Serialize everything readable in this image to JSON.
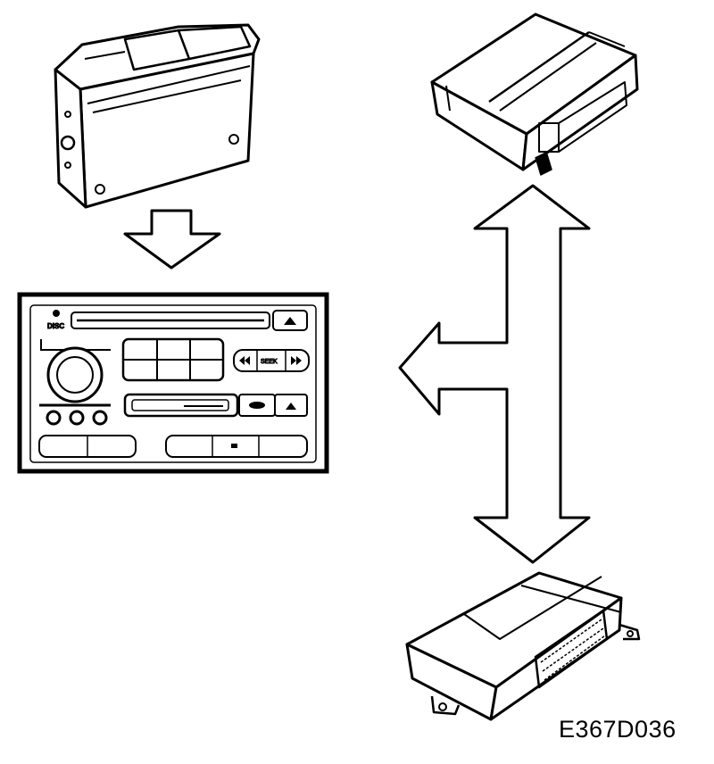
{
  "figure_id": "E367D036",
  "radio_panel": {
    "cd_badge": "DISC",
    "seek_label": "SEEK"
  },
  "components": [
    {
      "id": "cd-changer-unit",
      "label": ""
    },
    {
      "id": "radio-head-unit",
      "label": ""
    },
    {
      "id": "amplifier-module-top",
      "label": ""
    },
    {
      "id": "control-module-bottom",
      "label": ""
    }
  ],
  "connections": [
    {
      "from": "cd-changer-unit",
      "to": "radio-head-unit",
      "style": "hollow-arrow-down"
    },
    {
      "from": "amplifier-module-top",
      "to": "control-module-bottom",
      "style": "hollow-double-arrow"
    },
    {
      "from": "amplifier-module-top",
      "to": "radio-head-unit",
      "style": "hollow-branch-arrow-left"
    }
  ]
}
